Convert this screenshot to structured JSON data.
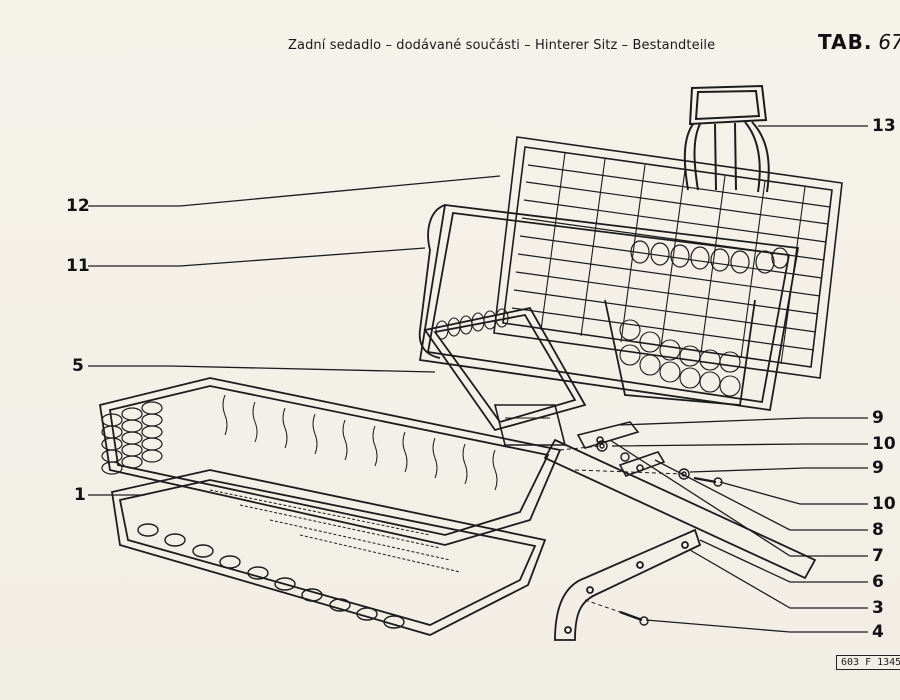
{
  "header": {
    "title": "Zadní sedadlo – dodávané součásti – Hinterer Sitz – Bestandteile",
    "tab_prefix": "TAB.",
    "tab_number": "67"
  },
  "callouts": [
    {
      "id": "c13",
      "label": "13"
    },
    {
      "id": "c12",
      "label": "12"
    },
    {
      "id": "c11",
      "label": "11"
    },
    {
      "id": "c5",
      "label": "5"
    },
    {
      "id": "c1",
      "label": "1"
    },
    {
      "id": "c9a",
      "label": "9"
    },
    {
      "id": "c10a",
      "label": "10"
    },
    {
      "id": "c9b",
      "label": "9"
    },
    {
      "id": "c10b",
      "label": "10"
    },
    {
      "id": "c8",
      "label": "8"
    },
    {
      "id": "c7",
      "label": "7"
    },
    {
      "id": "c6",
      "label": "6"
    },
    {
      "id": "c3",
      "label": "3"
    },
    {
      "id": "c4",
      "label": "4"
    }
  ],
  "drawing_code": "603 F 1345"
}
